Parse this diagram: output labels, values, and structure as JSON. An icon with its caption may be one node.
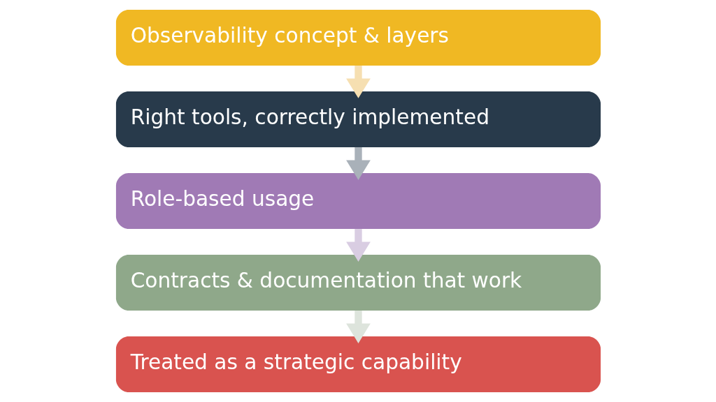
{
  "diagram": {
    "nodes": [
      {
        "text": [
          "Observability concept & layers"
        ]
      },
      {
        "text": [
          "Right tools, correctly implemented"
        ]
      },
      {
        "text": [
          "Role-based usage"
        ]
      },
      {
        "text": [
          "Contracts & documentation that work"
        ]
      },
      {
        "text": [
          "Treated as a strategic capability"
        ]
      }
    ],
    "edges": [
      {
        "from": 0,
        "to": 1,
        "arrow": "to",
        "color": "#f6dfb1"
      },
      {
        "from": 1,
        "to": 2,
        "arrow": "to",
        "color": "#a9b1b9"
      },
      {
        "from": 2,
        "to": 3,
        "arrow": "to",
        "color": "#d9cde2"
      },
      {
        "from": 3,
        "to": 4,
        "arrow": "to",
        "color": "#dde4dc"
      }
    ]
  }
}
